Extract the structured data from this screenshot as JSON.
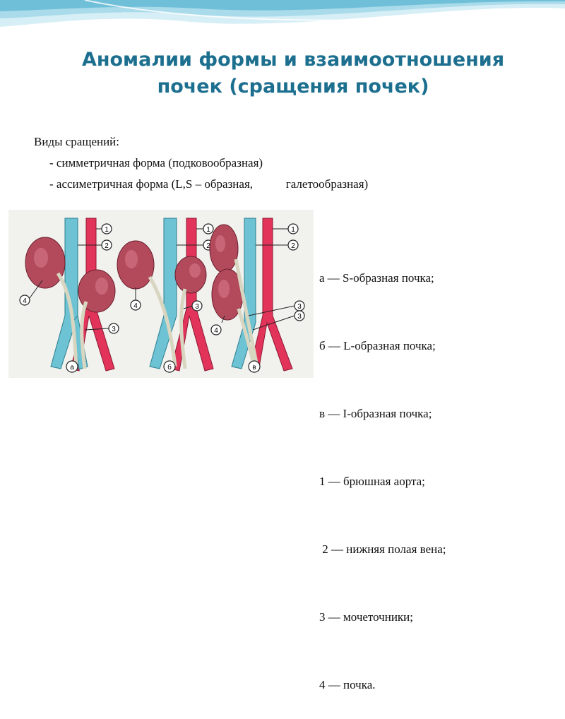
{
  "slide": {
    "title_line1": "Аномалии формы и взаимоотношения",
    "title_line2": "почек (сращения почек)",
    "intro": "Виды сращений:",
    "bullet1": "- симметричная форма (подковообразная)",
    "bullet2": "- ассиметричная форма (L,S – образная,           галетообразная)"
  },
  "legend": [
    "а — S-образная почка;",
    "б — L-образная почка;",
    "в — I-образная почка;",
    "1 — брюшная аорта;",
    " 2 — нижняя полая вена;",
    "3 — мочеточники;",
    "4 — почка."
  ],
  "figure": {
    "panel_labels": [
      "а",
      "б",
      "в"
    ],
    "callouts": [
      "1",
      "2",
      "3",
      "4"
    ]
  },
  "colors": {
    "title": "#1d6f8f",
    "aorta": "#e2345a",
    "vena": "#6dc3d3",
    "kidney": "#b24a5c",
    "ureter": "#d8d6c0",
    "wave": "#9fd4e4"
  }
}
